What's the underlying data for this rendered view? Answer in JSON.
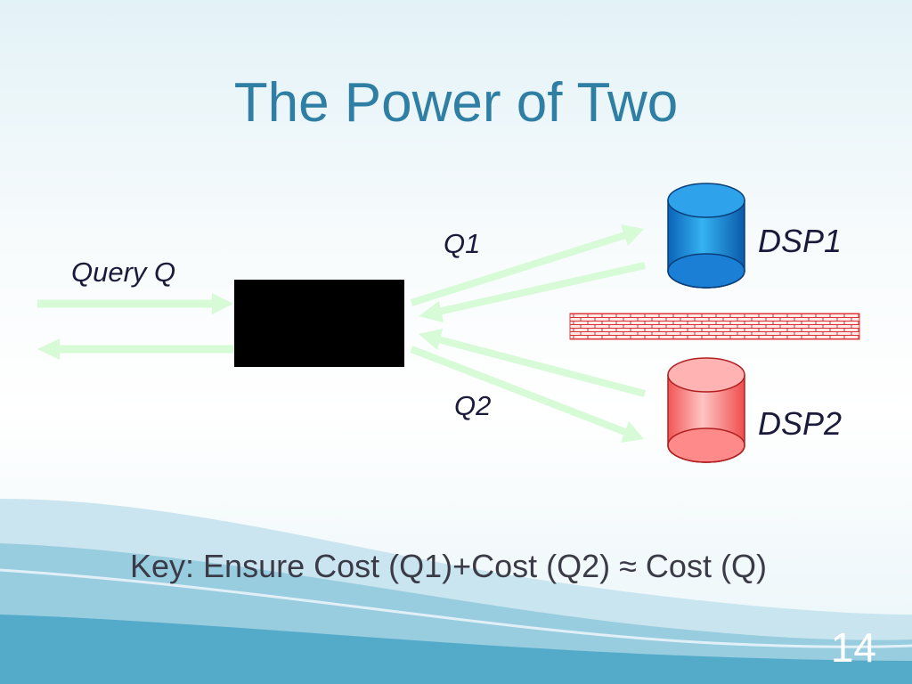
{
  "slide": {
    "title": "The Power of Two",
    "number": "14"
  },
  "diagram": {
    "input_label": "Query Q",
    "subquery1_label": "Q1",
    "subquery2_label": "Q2",
    "source1_label": "DSP1",
    "source2_label": "DSP2",
    "source1_color": "#1a8fe0",
    "source2_color": "#ff7070",
    "arrow_color": "#d6fbd6",
    "firewall_color": "#e03a3a",
    "box_color": "#000000"
  },
  "key": {
    "text": "Key: Ensure Cost (Q1)+Cost (Q2) ≈ Cost (Q)"
  }
}
